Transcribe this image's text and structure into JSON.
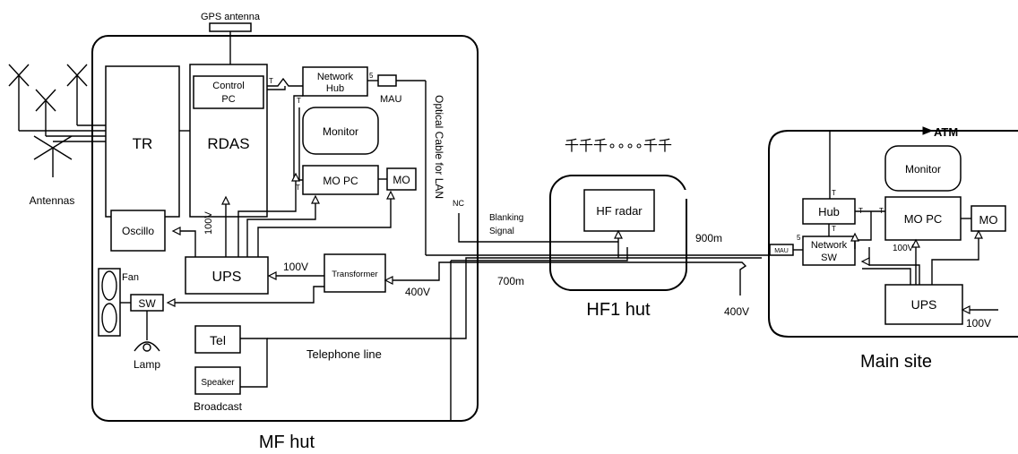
{
  "mf_hut": {
    "title": "MF hut",
    "gps_antenna": "GPS antenna",
    "antennas": "Antennas",
    "tr": "TR",
    "rdas": "RDAS",
    "control_pc_line1": "Control",
    "control_pc_line2": "PC",
    "network_hub_line1": "Network",
    "network_hub_line2": "Hub",
    "mau": "MAU",
    "monitor": "Monitor",
    "mo_pc": "MO PC",
    "mo": "MO",
    "oscillo": "Oscillo",
    "ups": "UPS",
    "transformer": "Transformer",
    "fan": "Fan",
    "sw": "SW",
    "lamp": "Lamp",
    "tel": "Tel",
    "speaker": "Speaker",
    "broadcast": "Broadcast",
    "telephone_line": "Telephone line",
    "optical_cable": "Optical Cable for LAN",
    "nc": "NC",
    "v100_vertical": "100V",
    "v100": "100V",
    "v400": "400V",
    "t": "T",
    "five": "5"
  },
  "hf1_hut": {
    "title": "HF1  hut",
    "antenna_row": "千千千∘∘∘∘千千",
    "hf_radar": "HF radar",
    "blanking_line1": "Blanking",
    "blanking_line2": "Signal"
  },
  "links": {
    "d900": "900m",
    "d700": "700m",
    "v400": "400V"
  },
  "main_site": {
    "title": "Main site",
    "atm": "ATM",
    "monitor": "Monitor",
    "hub": "Hub",
    "mo_pc": "MO PC",
    "mo": "MO",
    "mau": "MAU",
    "network_sw_line1": "Network",
    "network_sw_line2": "SW",
    "ups": "UPS",
    "v100_inner": "100V",
    "v100_outer": "100V",
    "t": "T",
    "five": "5"
  }
}
